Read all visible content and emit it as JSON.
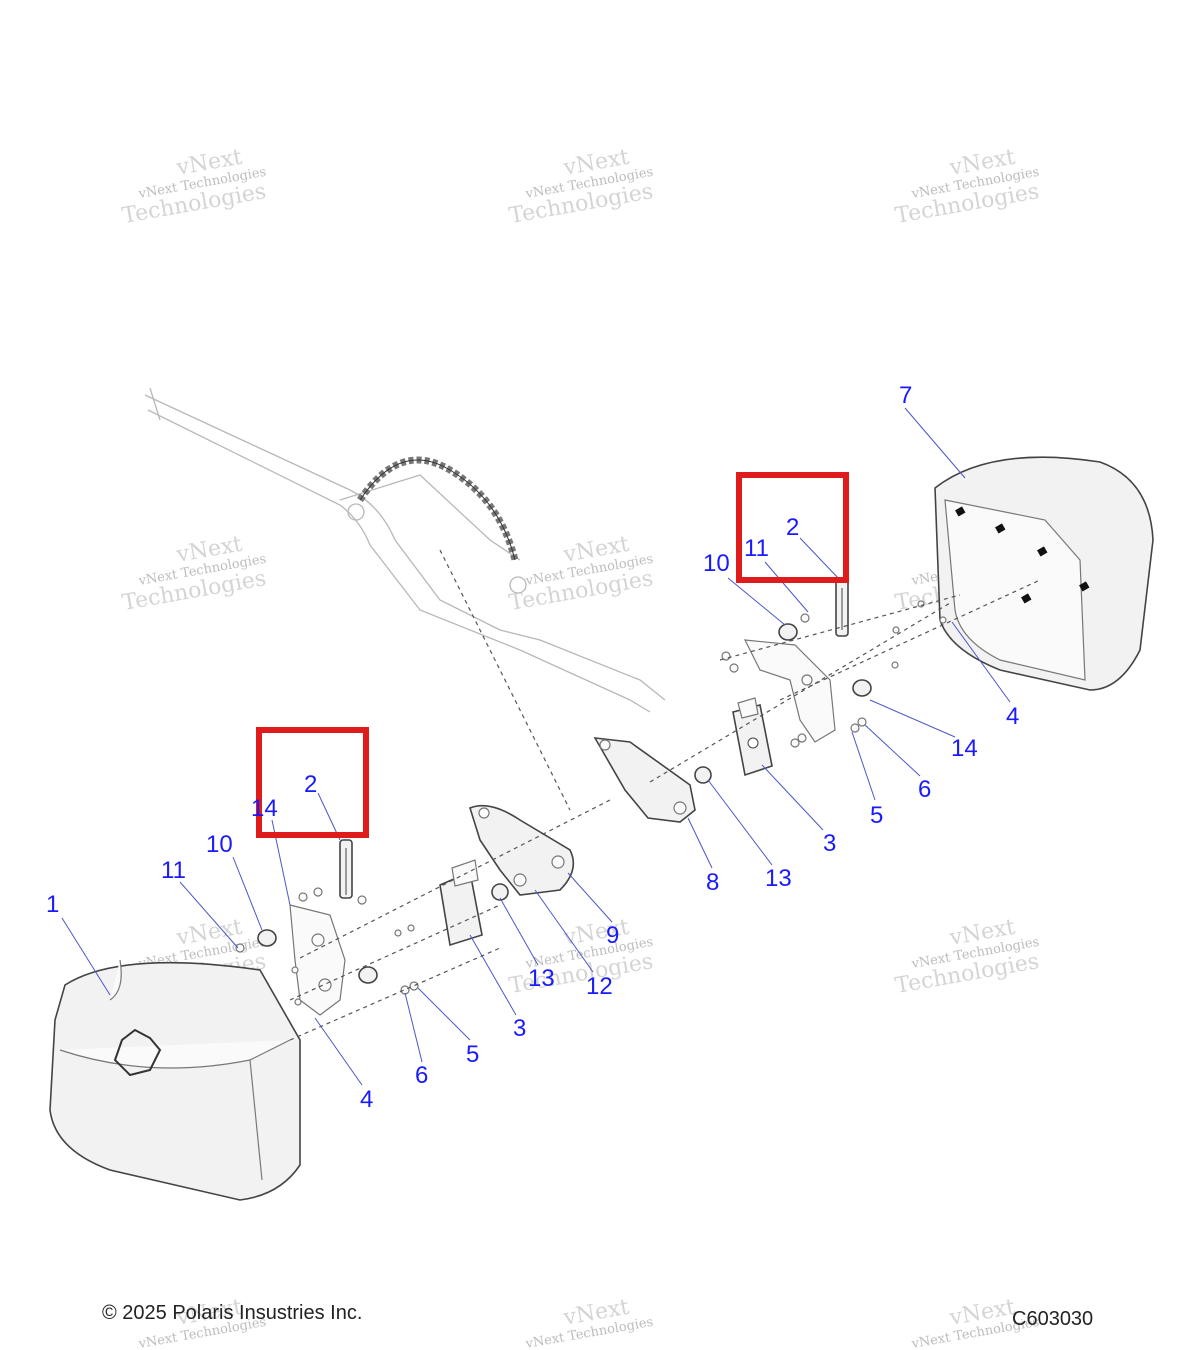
{
  "footer": {
    "copyright": "© 2025 Polaris Insustries Inc.",
    "drawing_code": "C603030"
  },
  "watermark": {
    "line1": "vNext",
    "line2": "vNext Technologies",
    "line3": "Technologies"
  },
  "callouts": {
    "c1": "1",
    "c2_left": "2",
    "c2_right": "2",
    "c3_left": "3",
    "c3_right": "3",
    "c4_left": "4",
    "c4_right": "4",
    "c5_left": "5",
    "c5_right": "5",
    "c6_left": "6",
    "c6_right": "6",
    "c7": "7",
    "c8": "8",
    "c9": "9",
    "c10_left": "10",
    "c10_right": "10",
    "c11_left": "11",
    "c11_right": "11",
    "c12": "12",
    "c13_left": "13",
    "c13_right": "13",
    "c14_left": "14",
    "c14_right": "14"
  },
  "colors": {
    "callout": "#1a1aff",
    "highlight_box": "#e01b1b",
    "leader_line": "#4b57c8"
  }
}
